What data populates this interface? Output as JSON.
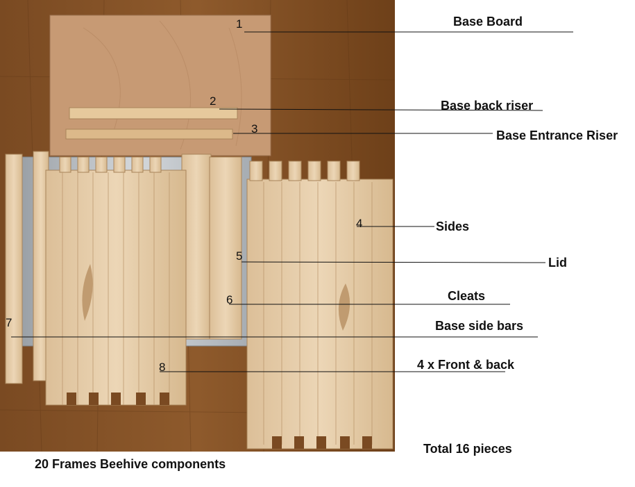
{
  "callouts": [
    {
      "number": "1",
      "label": "Base Board"
    },
    {
      "number": "2",
      "label": "Base back riser"
    },
    {
      "number": "3",
      "label": "Base Entrance Riser"
    },
    {
      "number": "4",
      "label": "Sides"
    },
    {
      "number": "5",
      "label": "Lid"
    },
    {
      "number": "6",
      "label": "Cleats"
    },
    {
      "number": "7",
      "label": "Base side bars"
    },
    {
      "number": "8",
      "label": "4 x Front & back"
    }
  ],
  "total": "Total 16 pieces",
  "caption": "20 Frames Beehive components"
}
